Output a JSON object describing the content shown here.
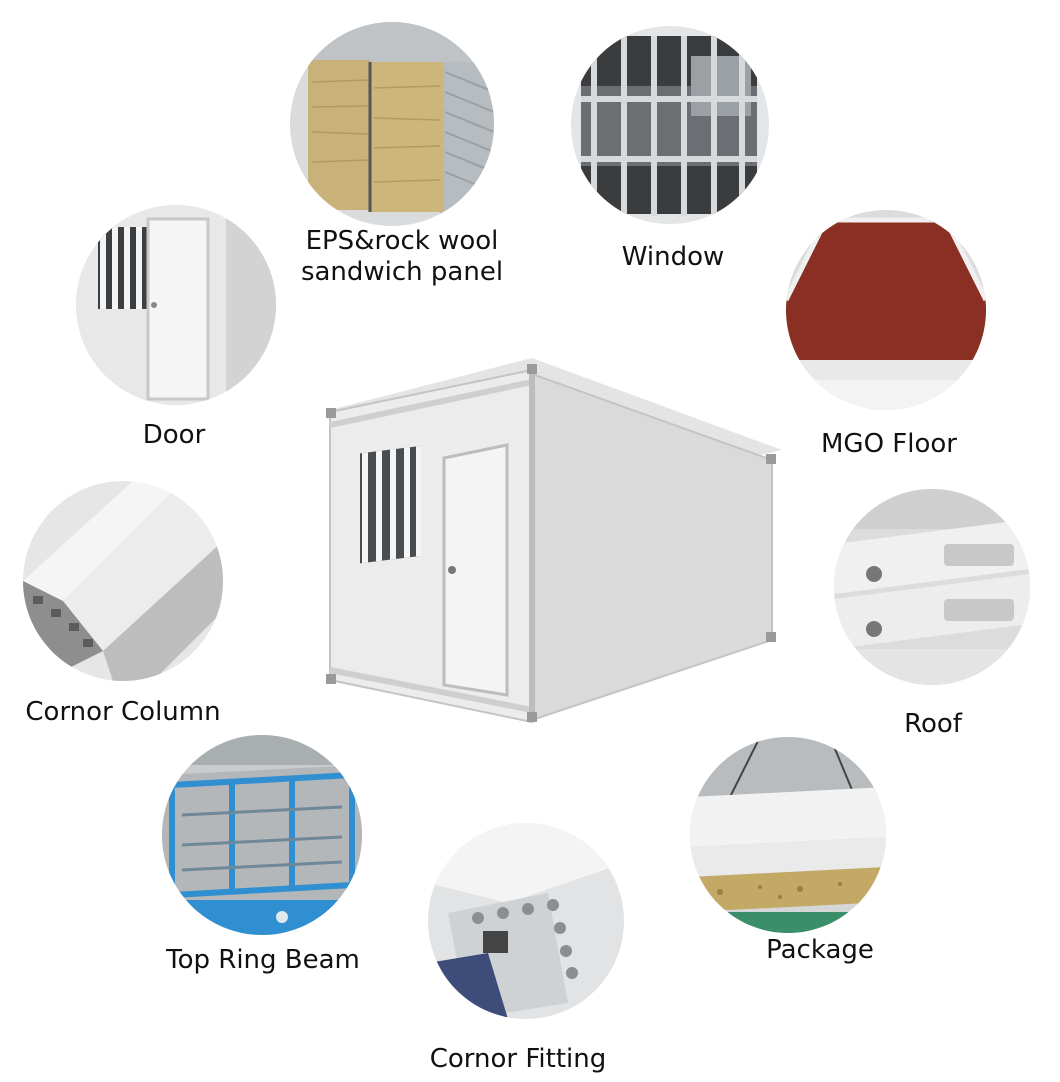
{
  "components": {
    "eps_panel": {
      "label_line1": "EPS&rock wool",
      "label_line2": "sandwich panel",
      "icon": "sandwich-panel-photo"
    },
    "window": {
      "label": "Window",
      "icon": "window-bars-photo"
    },
    "door": {
      "label": "Door",
      "icon": "door-photo"
    },
    "mgo_floor": {
      "label": "MGO Floor",
      "icon": "mgo-floor-photo"
    },
    "corner_column": {
      "label": "Cornor Column",
      "icon": "corner-column-photo"
    },
    "roof": {
      "label": "Roof",
      "icon": "roof-photo"
    },
    "top_ring_beam": {
      "label": "Top Ring Beam",
      "icon": "top-ring-beam-photo"
    },
    "package": {
      "label": "Package",
      "icon": "package-photo"
    },
    "corner_fitting": {
      "label": "Cornor Fitting",
      "icon": "corner-fitting-photo"
    }
  },
  "colors": {
    "panel": "#ece9e3",
    "steel": "#f2f2f2",
    "floor": "#8a2f23",
    "beam": "#2f8fd0",
    "wool": "#c8b27a"
  }
}
